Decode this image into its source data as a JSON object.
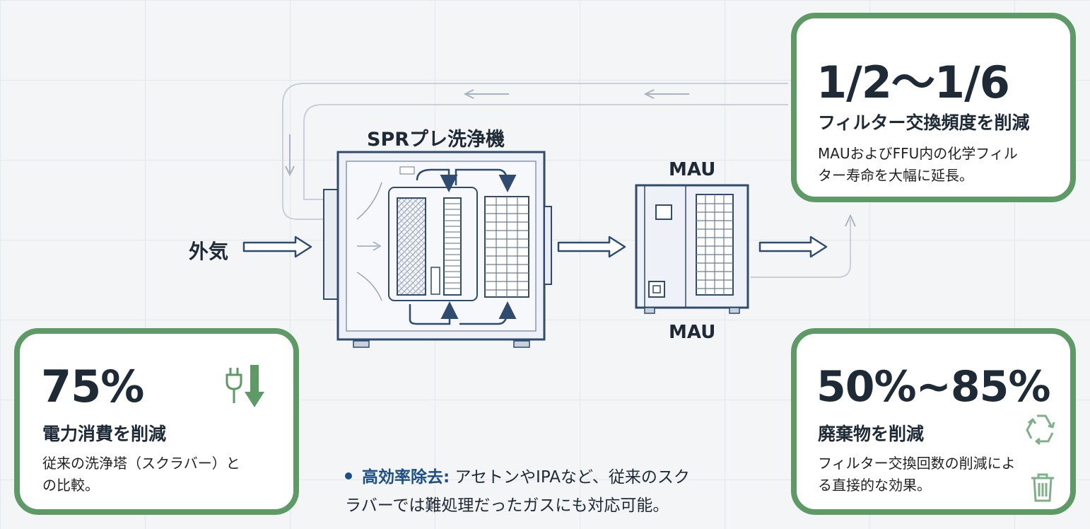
{
  "diagram": {
    "title": "SPRプレ洗浄機",
    "inlet_label": "外気",
    "mau_label_top": "MAU",
    "mau_label_bottom": "MAU"
  },
  "cards": {
    "filter": {
      "value": "1/2〜1/6",
      "heading": "フィルター交換頻度を削減",
      "line1": "MAUおよびFFU内の化学フィル",
      "line2": "ター寿命を大幅に延長。"
    },
    "power": {
      "value": "75%",
      "heading": "電力消費を削減",
      "line1": "従来の洗浄塔（スクラバー）と",
      "line2": "の比較。",
      "icon": "power-plug-down-icon"
    },
    "waste": {
      "value": "50%~85%",
      "heading": "廃棄物を削減",
      "line1": "フィルター交換回数の削減によ",
      "line2": "る直接的な効果。",
      "icons": [
        "recycle-icon",
        "trash-bin-icon"
      ]
    }
  },
  "bullet": {
    "label": "高効率除去:",
    "text_line1": " アセトンやIPAなど、従来のスク",
    "text_line2": "ラバーでは難処理だったガスにも対応可能。"
  },
  "colors": {
    "navy": "#153e6a",
    "green": "#5d9a66",
    "machine_stroke": "#2f4b6d",
    "machine_fill": "#eef2f8"
  }
}
